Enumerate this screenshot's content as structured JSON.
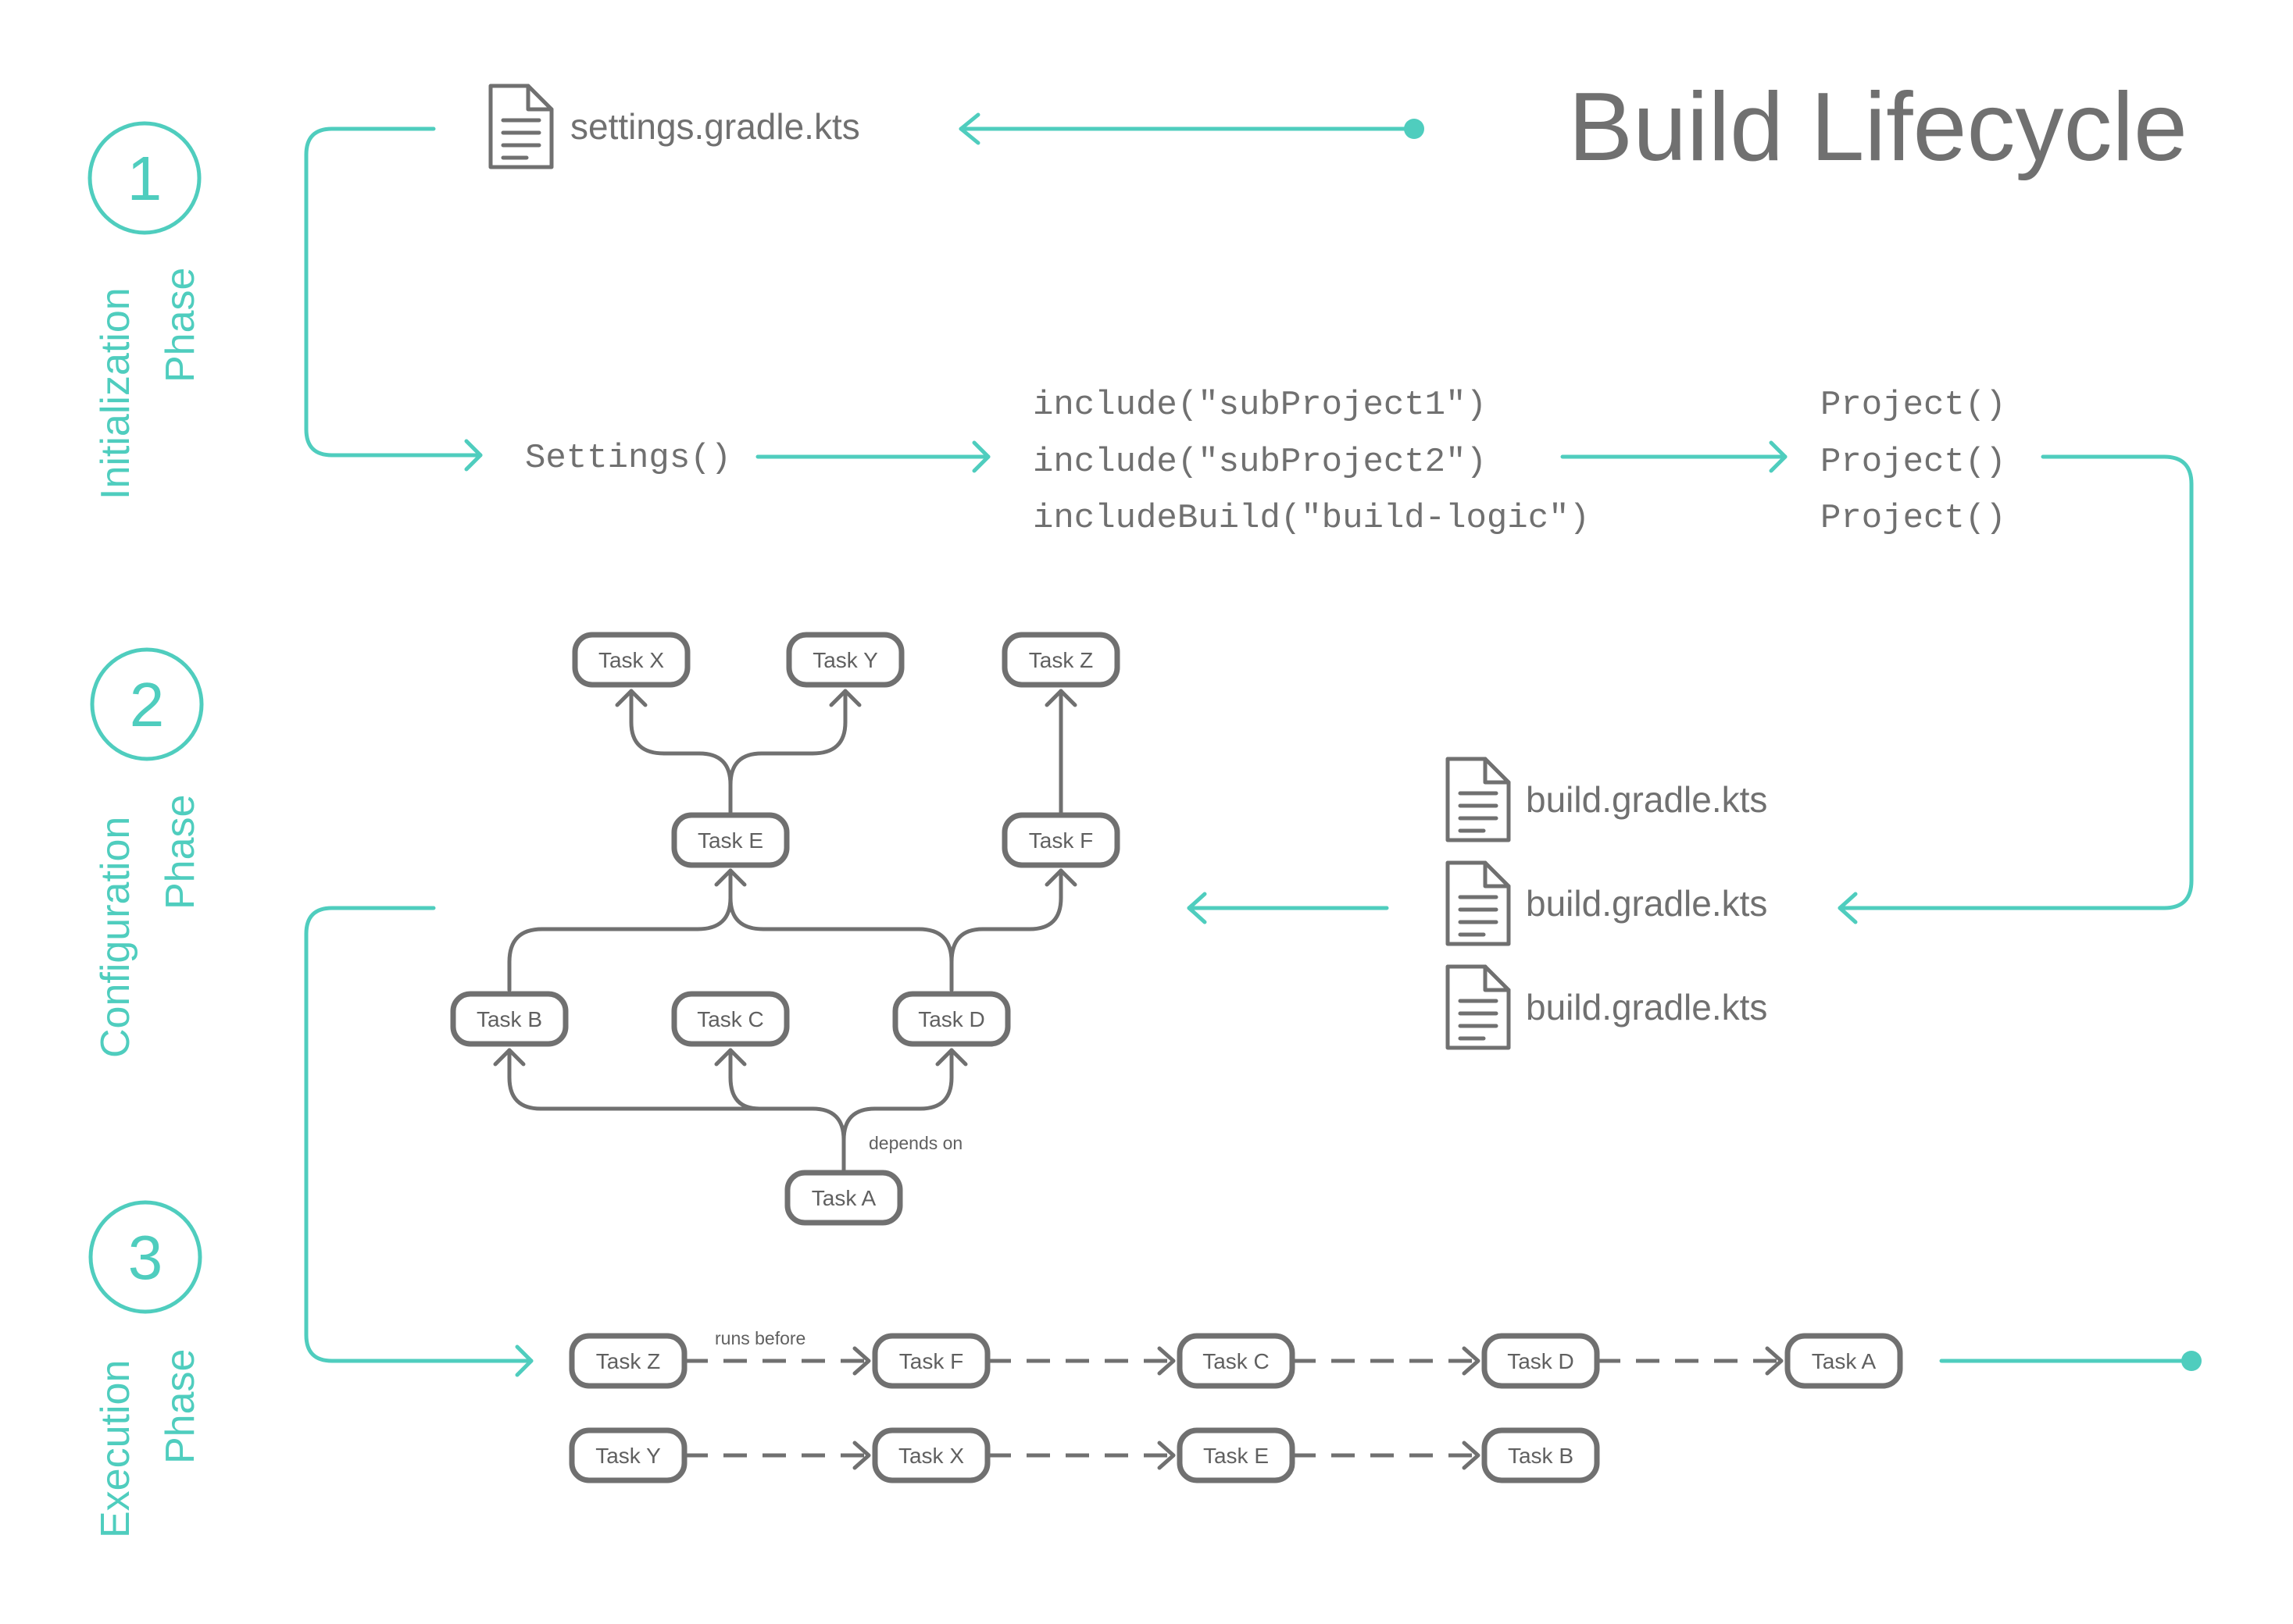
{
  "title": "Build Lifecycle",
  "colors": {
    "accent": "#4fcdbe",
    "ink": "#707070"
  },
  "phases": [
    {
      "number": "1",
      "line1": "Initialization",
      "line2": "Phase"
    },
    {
      "number": "2",
      "line1": "Configuration",
      "line2": "Phase"
    },
    {
      "number": "3",
      "line1": "Execution",
      "line2": "Phase"
    }
  ],
  "initialization": {
    "settings_file": "settings.gradle.kts",
    "settings_call": "Settings()",
    "includes": [
      "include(\"subProject1\")",
      "include(\"subProject2\")",
      "includeBuild(\"build-logic\")"
    ],
    "projects": [
      "Project()",
      "Project()",
      "Project()"
    ]
  },
  "configuration": {
    "build_files": [
      "build.gradle.kts",
      "build.gradle.kts",
      "build.gradle.kts"
    ],
    "tasks": [
      "Task X",
      "Task Y",
      "Task Z",
      "Task E",
      "Task F",
      "Task B",
      "Task C",
      "Task D",
      "Task A"
    ],
    "depends_label": "depends on",
    "icon": "file-icon"
  },
  "execution": {
    "row1": [
      "Task Z",
      "Task F",
      "Task C",
      "Task D",
      "Task A"
    ],
    "row2": [
      "Task Y",
      "Task X",
      "Task E",
      "Task B"
    ],
    "runs_label": "runs before"
  }
}
